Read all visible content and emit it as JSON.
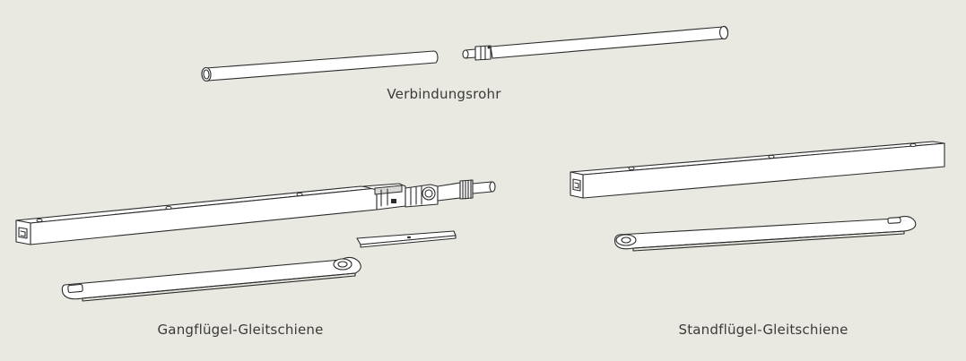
{
  "labels": {
    "connecting_tube": "Verbindungsrohr",
    "active_leaf_rail": "Gangflügel-Gleitschiene",
    "inactive_leaf_rail": "Standflügel-Gleitschiene"
  },
  "colors": {
    "background": "#e9e8e1",
    "outline": "#2b2b2b",
    "fill": "#ffffff",
    "text": "#3a3a3a"
  }
}
